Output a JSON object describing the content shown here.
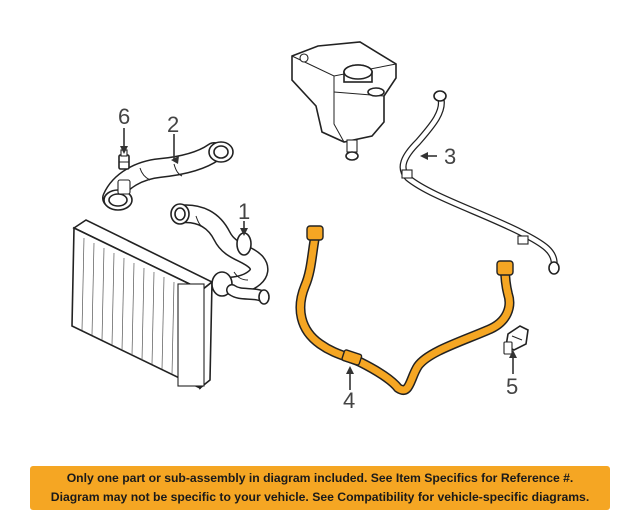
{
  "colors": {
    "highlight_part": "#f5a623",
    "notice_background": "#f5a623"
  },
  "callouts": {
    "c1": "1",
    "c2": "2",
    "c3": "3",
    "c4": "4",
    "c5": "5",
    "c6": "6"
  },
  "parts": [
    {
      "id": "radiator",
      "icon": "radiator-icon"
    },
    {
      "id": "upper-hose",
      "icon": "hose-icon"
    },
    {
      "id": "lower-hose",
      "icon": "hose-icon"
    },
    {
      "id": "expansion-tank",
      "icon": "reservoir-icon"
    },
    {
      "id": "vent-hose",
      "icon": "hose-icon"
    },
    {
      "id": "cooler-line",
      "icon": "hose-icon",
      "highlighted": true
    },
    {
      "id": "clip",
      "icon": "clip-icon"
    },
    {
      "id": "bleeder-screw",
      "icon": "screw-icon"
    }
  ],
  "notice": {
    "line1": "Only one part or sub-assembly in diagram included. See Item Specifics for Reference #.",
    "line2": "Diagram may not be specific to your vehicle. See Compatibility for vehicle-specific diagrams."
  }
}
